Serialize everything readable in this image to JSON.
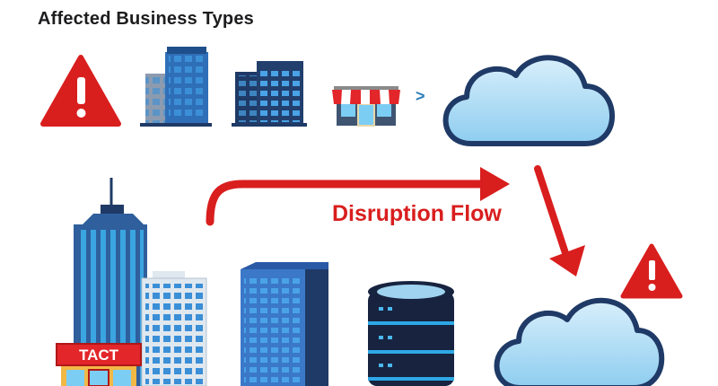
{
  "header": {
    "title": "Affected Business Types"
  },
  "diagram": {
    "flow_label": "Disruption Flow",
    "store_sign": "TACT",
    "separator": ">"
  },
  "colors": {
    "accent_red": "#d91e1e",
    "navy": "#1f3a66",
    "sky": "#9fd3f0"
  }
}
